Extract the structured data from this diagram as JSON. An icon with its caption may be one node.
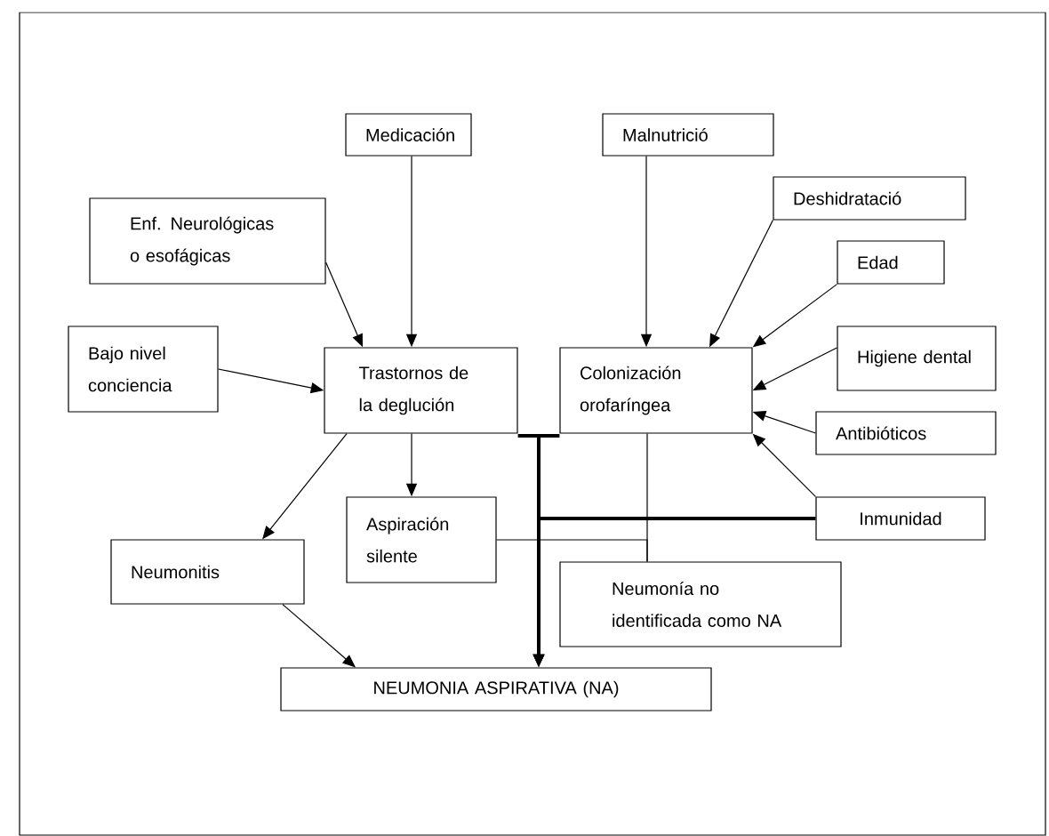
{
  "diagram": {
    "nodes": [
      {
        "text": [
          "Medicación"
        ]
      },
      {
        "text": [
          "Malnutrició"
        ]
      },
      {
        "text": [
          "Deshidratació"
        ]
      },
      {
        "text": [
          "Enf. Neurológicas o esofágicas"
        ]
      },
      {
        "text": [
          "Edad"
        ]
      },
      {
        "text": [
          "Bajo nivel conciencia"
        ]
      },
      {
        "text": [
          "Trastornos de la deglución"
        ]
      },
      {
        "text": [
          "Colonización orofaríngea"
        ]
      },
      {
        "text": [
          "Higiene dental"
        ]
      },
      {
        "text": [
          "Antibióticos"
        ]
      },
      {
        "text": [
          "Aspiración silente"
        ]
      },
      {
        "text": [
          "Inmunidad"
        ]
      },
      {
        "text": [
          "Neumonitis"
        ]
      },
      {
        "text": [
          "Neumonía no identificada como NA"
        ]
      },
      {
        "text": [
          "NEUMONIA ASPIRATIVA (NA)"
        ]
      }
    ],
    "edges": [
      {
        "from": 0,
        "to": 6,
        "arrow": "to"
      },
      {
        "from": 3,
        "to": 6,
        "arrow": "to"
      },
      {
        "from": 5,
        "to": 6,
        "arrow": "to"
      },
      {
        "from": 1,
        "to": 7,
        "arrow": "to"
      },
      {
        "from": 2,
        "to": 7,
        "arrow": "to"
      },
      {
        "from": 4,
        "to": 7,
        "arrow": "to"
      },
      {
        "from": 8,
        "to": 7,
        "arrow": "to"
      },
      {
        "from": 9,
        "to": 7,
        "arrow": "to"
      },
      {
        "from": 11,
        "to": 7,
        "arrow": "to"
      },
      {
        "from": 6,
        "to": 10,
        "arrow": "to"
      },
      {
        "from": 6,
        "to": 12,
        "arrow": "to"
      },
      {
        "from": 12,
        "to": 14,
        "arrow": "to"
      },
      {
        "from": 6,
        "to": 14,
        "arrow": "to",
        "style": "thick"
      },
      {
        "from": 7,
        "to": 14,
        "arrow": "to",
        "style": "thick"
      },
      {
        "from": 11,
        "to": 14,
        "arrow": "to",
        "style": "thick"
      },
      {
        "from": 7,
        "to": 13,
        "arrow": "none"
      },
      {
        "from": 10,
        "to": 13,
        "arrow": "none"
      }
    ]
  }
}
